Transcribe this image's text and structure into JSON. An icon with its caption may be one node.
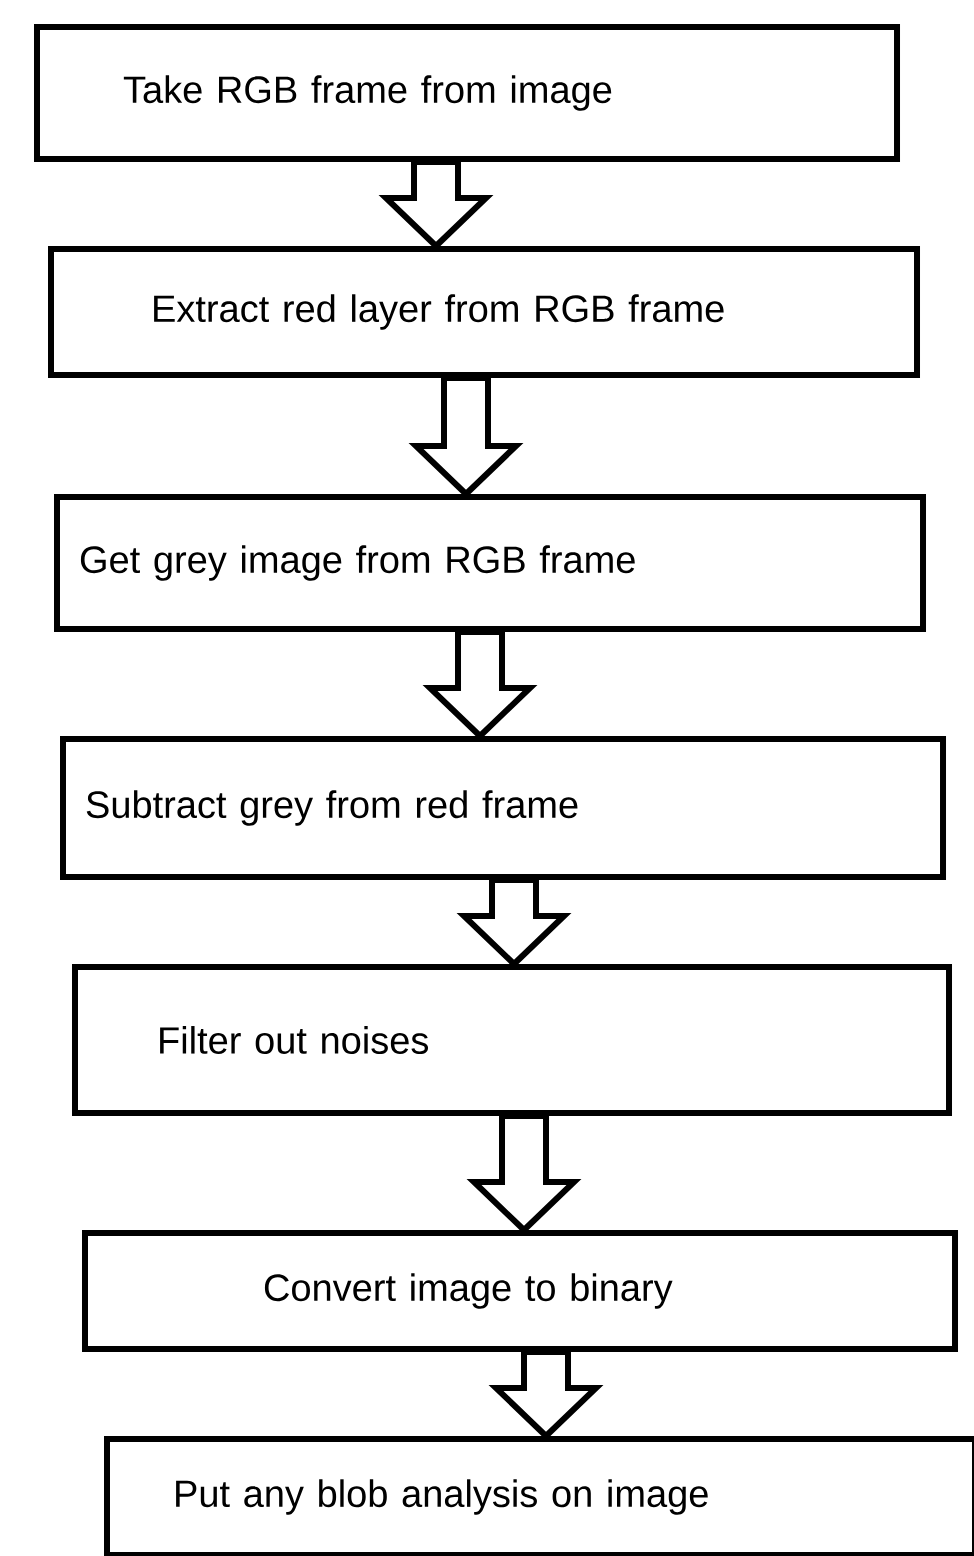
{
  "diagram": {
    "nodes": [
      {
        "text": [
          "Take RGB frame from image"
        ]
      },
      {
        "text": [
          "Extract red layer from RGB frame"
        ]
      },
      {
        "text": [
          "Get grey image from RGB frame"
        ]
      },
      {
        "text": [
          "Subtract grey from red frame"
        ]
      },
      {
        "text": [
          "Filter out noises"
        ]
      },
      {
        "text": [
          "Convert image to binary"
        ]
      },
      {
        "text": [
          "Put any blob analysis on image"
        ]
      }
    ],
    "edges": [
      {
        "from": 0,
        "to": 1,
        "arrow": "to"
      },
      {
        "from": 1,
        "to": 2,
        "arrow": "to"
      },
      {
        "from": 2,
        "to": 3,
        "arrow": "to"
      },
      {
        "from": 3,
        "to": 4,
        "arrow": "to"
      },
      {
        "from": 4,
        "to": 5,
        "arrow": "to"
      },
      {
        "from": 5,
        "to": 6,
        "arrow": "to"
      }
    ]
  }
}
